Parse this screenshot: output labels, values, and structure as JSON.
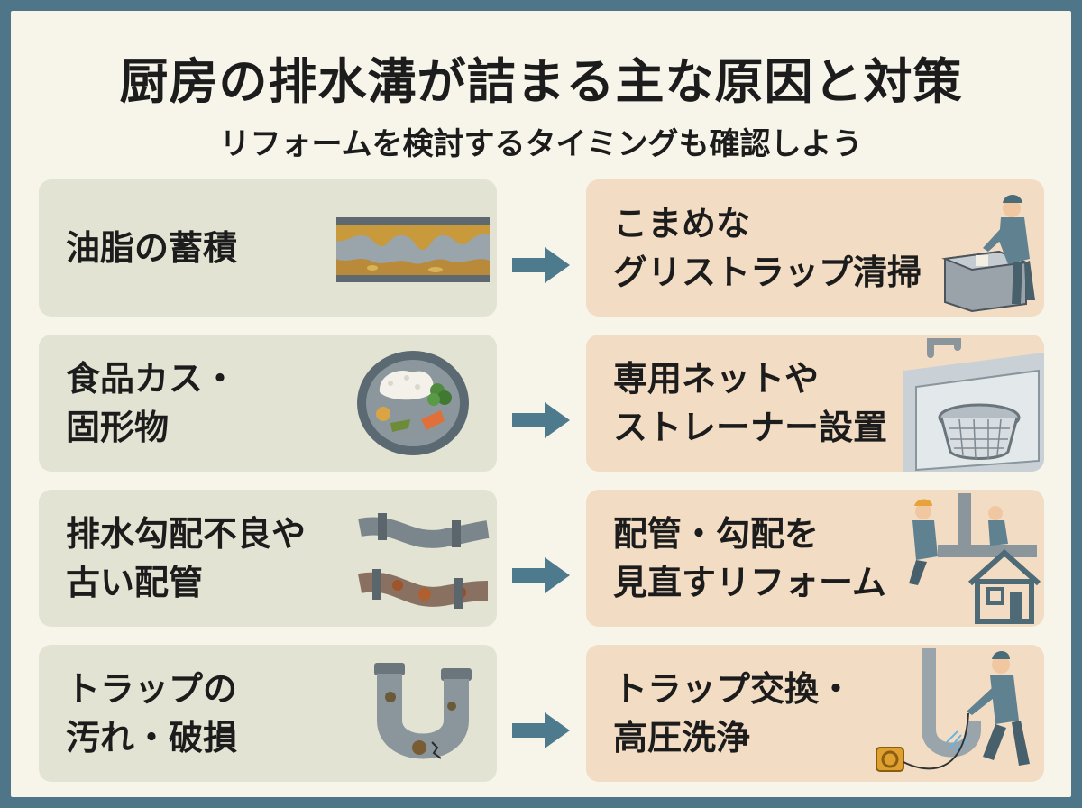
{
  "title": "厨房の排水溝が詰まる主な原因と対策",
  "subtitle": "リフォームを検討するタイミングも確認しよう",
  "rows": [
    {
      "cause": {
        "lines": [
          "油脂の蓄積"
        ],
        "icon": "grease-pipe-icon"
      },
      "solution": {
        "lines": [
          "こまめな",
          "グリストラップ清掃"
        ],
        "icon": "worker-cleaning-grease-trap-icon"
      }
    },
    {
      "cause": {
        "lines": [
          "食品カス・",
          "固形物"
        ],
        "icon": "food-waste-plate-icon"
      },
      "solution": {
        "lines": [
          "専用ネットや",
          "ストレーナー設置"
        ],
        "icon": "sink-strainer-basket-icon"
      }
    },
    {
      "cause": {
        "lines": [
          "排水勾配不良や",
          "古い配管"
        ],
        "icon": "old-rusty-pipes-icon"
      },
      "solution": {
        "lines": [
          "配管・勾配を",
          "見直すリフォーム"
        ],
        "icon": "plumbers-house-icon"
      }
    },
    {
      "cause": {
        "lines": [
          "トラップの",
          "汚れ・破損"
        ],
        "icon": "dirty-cracked-trap-icon"
      },
      "solution": {
        "lines": [
          "トラップ交換・",
          "高圧洗浄"
        ],
        "icon": "worker-pressure-washing-icon"
      }
    }
  ],
  "colors": {
    "border": "#4e7688",
    "background": "#f7f4ea",
    "cause_card": "#e2e3d2",
    "solution_card": "#f2ddc4",
    "arrow": "#4d7a8c"
  }
}
